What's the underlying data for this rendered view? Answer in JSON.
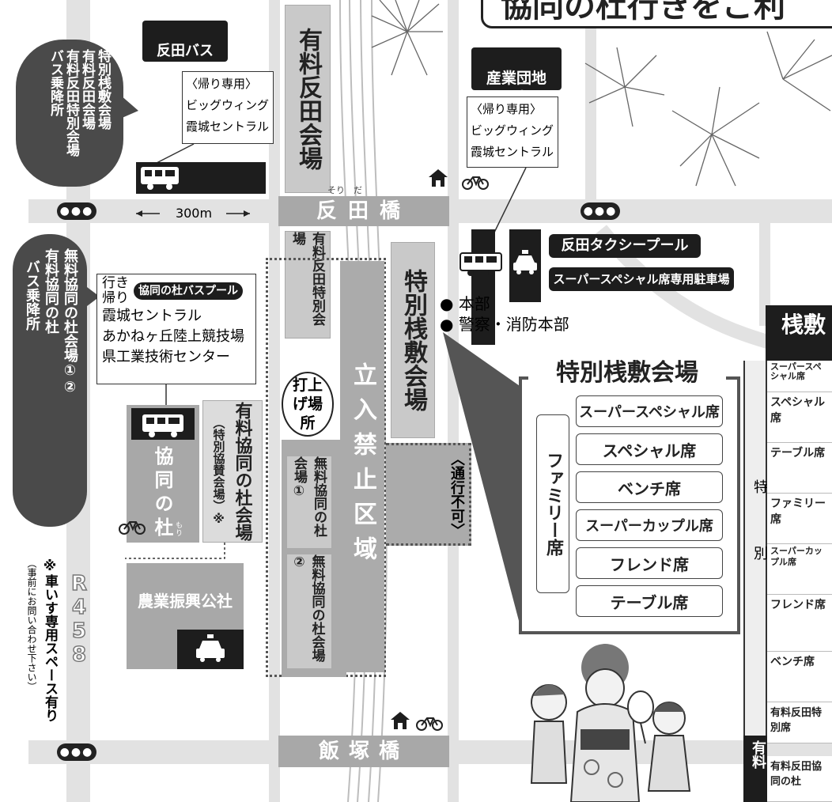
{
  "header": {
    "title": "協同の杜行きをご利"
  },
  "stops": {
    "sorida_bus_stop": "反田バス\n乗降所",
    "sangyo_bus_pool": "産業団地\nバスプール",
    "kyodo_bus_pool": "協同の杜バスプール",
    "sorida_taxi_pool": "反田タクシープール",
    "super_special_parking": "スーパースペシャル席専用駐車場"
  },
  "bubbles": {
    "left_top": [
      "特別桟敷会場",
      "有料反田会場",
      "有料反田特別会場",
      "バス乗降所"
    ],
    "left_mid": [
      "無料協同の杜会場①②",
      "有料協同の杜",
      "バス乗降所"
    ]
  },
  "notes": {
    "return_only_1": "〈帰り専用〉",
    "routes_1": [
      "ビッグウィング",
      "霞城セントラル"
    ],
    "return_only_2": "〈帰り専用〉",
    "routes_2": [
      "ビッグウィング",
      "霞城セントラル"
    ],
    "ikikaeri_iki": "行き",
    "ikikaeri_kaeri": "帰り",
    "routes_kyodo": [
      "霞城セントラル",
      "あかねヶ丘陸上競技場",
      "県工業技術センター"
    ],
    "distance": "300m",
    "wheelchair": "※車いす専用スペース有り",
    "wheelchair_sub": "（事前にお問い合わせ下さい）"
  },
  "bridges": {
    "sorida": "反田橋",
    "sorida_ruby": "そり　だ",
    "iizuka": "飯塚橋"
  },
  "venues": {
    "yuryo_sorida": "有料反田会場",
    "yuryo_sorida_tokubetsu": "有料反田特別会場",
    "tokubetsu_sajiki": "特別桟敷会場",
    "restricted": "立入禁止区域",
    "fireworks_launch": "打上げ場所",
    "kyodo_no_mori": "協同の杜",
    "kyodo_ruby": "もり",
    "yuryo_kyodo": "有料協同の杜会場",
    "yuryo_kyodo_sub": "（特別協賛会場）※",
    "muryo_kyodo_1": "無料協同の杜会場①",
    "muryo_kyodo_2": "無料協同の杜会場②",
    "nogyo": "農業振興公社",
    "no_passage": "〈通行不可〉",
    "route": "R458"
  },
  "hq": {
    "honbu": "本部",
    "police": "警察",
    "fire": "・消防本部"
  },
  "seating_panel": {
    "title": "特別桟敷会場",
    "family": "ファミリー席",
    "seats": [
      "スーパースペシャル席",
      "スペシャル席",
      "ベンチ席",
      "スーパーカップル席",
      "フレンド席",
      "テーブル席"
    ]
  },
  "price_table": {
    "title": "桟敷",
    "tokubetsu": "特別",
    "yuryo": "有料",
    "rows": [
      "スーパースペシャル席",
      "スペシャル席",
      "テーブル席",
      "ファミリー席",
      "スーパーカップル席",
      "フレンド席",
      "ベンチ席",
      "有料反田特別席",
      "有料反田協同の杜"
    ]
  },
  "icons": {
    "bus": "bus-icon",
    "taxi": "taxi-icon",
    "bicycle": "bicycle-icon",
    "house": "house-icon"
  },
  "colors": {
    "dark": "#1d1d1d",
    "road": "#e2e2e2",
    "block": "#c9c9c9"
  }
}
